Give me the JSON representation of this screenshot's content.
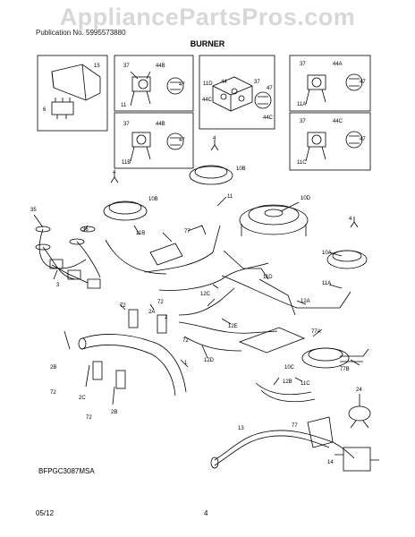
{
  "header": {
    "watermark": "AppliancePartsPros.com",
    "subheading": "Publication No. 5995573880",
    "title": "BURNER"
  },
  "footer": {
    "diagram_code": "BFPGC3087MSA",
    "date": "05/12",
    "page_number": "4"
  },
  "callouts": {
    "c1": "1",
    "c2": "2",
    "c2a": "2A",
    "c2b": "2B",
    "c2c": "2C",
    "c3": "3",
    "c4a": "4",
    "c4b": "4",
    "c4c": "4",
    "c6": "6",
    "c10a": "10A",
    "c10b": "10B",
    "c10c": "10C",
    "c10d": "10D",
    "c11": "11",
    "c11a": "11A",
    "c11b": "11B",
    "c11c": "11C",
    "c11d": "11D",
    "c12a": "12A",
    "c12b": "12B",
    "c12c": "12C",
    "c12d": "12D",
    "c12e": "12E",
    "c13": "13",
    "c14": "14",
    "c15": "15",
    "c24": "24",
    "c35": "35",
    "c36": "36",
    "c37a": "37",
    "c37b": "37",
    "c37c": "37",
    "c37d": "37",
    "c37e": "37",
    "c44a": "44A",
    "c44b": "44B",
    "c44b2": "44B",
    "c44c": "44C",
    "c44c2": "44C",
    "c44": "44",
    "c47a": "47",
    "c47b": "47",
    "c47c": "47",
    "c47d": "47",
    "c47e": "47",
    "c72a": "72",
    "c72b": "72",
    "c72c": "72",
    "c72d": "72",
    "c72e": "72",
    "c77a": "77",
    "c77b": "77",
    "c77c": "77A",
    "c77d": "77B",
    "c11e": "11",
    "c11f": "11A",
    "c11g": "11C",
    "c11h": "11D",
    "c10e": "10B",
    "c10f": "10D"
  }
}
